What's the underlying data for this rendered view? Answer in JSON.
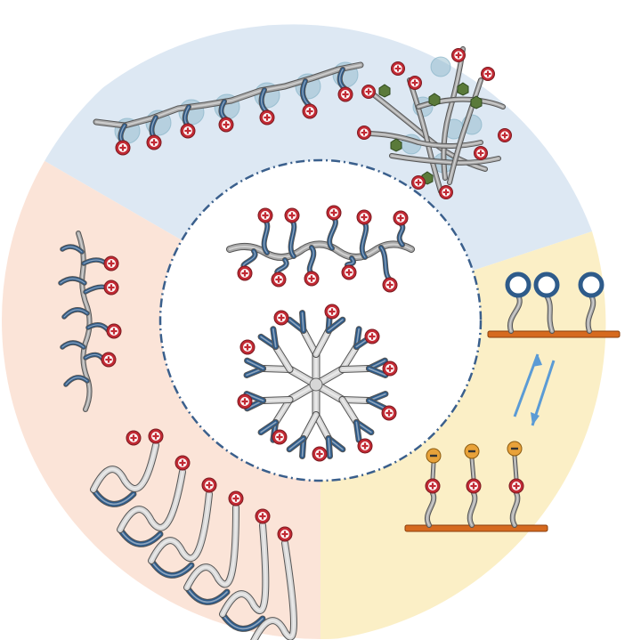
{
  "figure": {
    "sectors": [
      {
        "id": "top",
        "color": "#dde8f3"
      },
      {
        "id": "left",
        "color": "#fbe4d8"
      },
      {
        "id": "right",
        "color": "#fbefc6"
      }
    ],
    "center_color": "#ffffff",
    "ring_dash_color": "#3a5f8c"
  },
  "colors": {
    "backbone": "#a9a9a9",
    "backbone_light": "#d7d7d7",
    "sidechain": "#2e5b8a",
    "cation": "#c22a34",
    "anion": "#e8a23a",
    "guest_halo": "#88b4c8",
    "crosslinker": "#5a7a3a",
    "substrate": "#d66a1f",
    "arrow": "#5b9bd5"
  },
  "icons": {
    "cation": "plus-charge-icon",
    "anion": "minus-charge-icon",
    "switch": "reversible-arrows-icon"
  }
}
